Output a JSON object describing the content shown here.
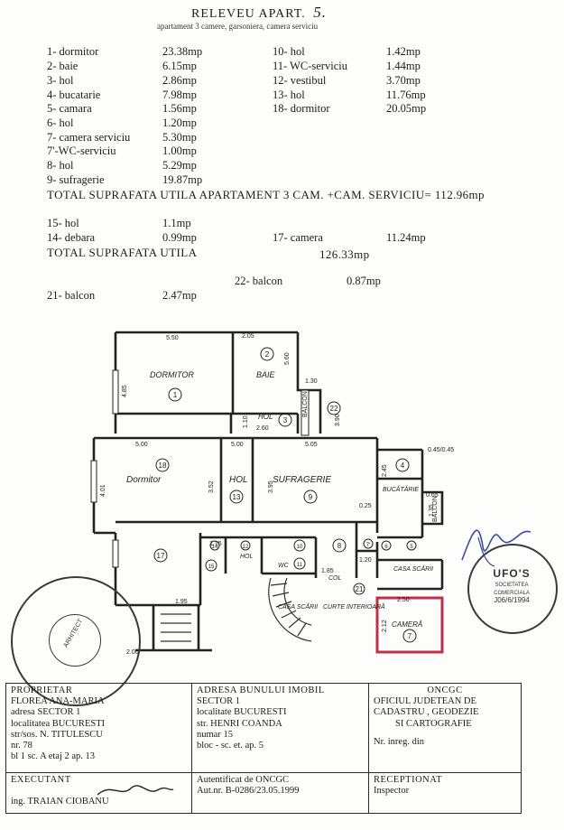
{
  "header": {
    "title": "RELEVEU APART.",
    "apt_no": "5.",
    "subtitle": "apartament 3 camere, garsoniera, camera serviciu"
  },
  "rooms_left": [
    {
      "name": "1- dormitor",
      "area": "23.38mp"
    },
    {
      "name": "2- baie",
      "area": "6.15mp"
    },
    {
      "name": "3- hol",
      "area": "2.86mp"
    },
    {
      "name": "4- bucatarie",
      "area": "7.98mp"
    },
    {
      "name": "5- camara",
      "area": "1.56mp"
    },
    {
      "name": "6- hol",
      "area": "1.20mp"
    },
    {
      "name": "7- camera serviciu",
      "area": "5.30mp"
    },
    {
      "name": "7'-WC-serviciu",
      "area": "1.00mp"
    },
    {
      "name": "8- hol",
      "area": "5.29mp"
    },
    {
      "name": "9- sufragerie",
      "area": "19.87mp"
    }
  ],
  "rooms_right": [
    {
      "name": "10- hol",
      "area": "1.42mp"
    },
    {
      "name": "11- WC-serviciu",
      "area": "1.44mp"
    },
    {
      "name": "12- vestibul",
      "area": "3.70mp"
    },
    {
      "name": "13- hol",
      "area": "11.76mp"
    },
    {
      "name": "18- dormitor",
      "area": "20.05mp"
    }
  ],
  "total_1": "TOTAL SUPRAFATA UTILA APARTAMENT 3 CAM. +CAM. SERVICIU= 112.96mp",
  "garsoniera": {
    "r15_name": "15- hol",
    "r15_area": "1.1mp",
    "r14_name": "14- debara",
    "r14_area": "0.99mp",
    "r17_name": "17- camera",
    "r17_area": "11.24mp",
    "total_label": "TOTAL SUPRAFATA UTILA",
    "total_value": "126.33mp"
  },
  "balcony": {
    "r22_name": "22- balcon",
    "r22_area": "0.87mp",
    "r21_name": "21- balcon",
    "r21_area": "2.47mp"
  },
  "plan": {
    "labels": {
      "dormitor_top": "DORMITOR",
      "baie": "BAIE",
      "hol_small": "HOL",
      "balcon_vert": "BALCON",
      "dormitor_left": "Dormitor",
      "hol_mid": "HOL",
      "sufragerie": "SUFRAGERIE",
      "bucatarie": "BUCĂTĂRIE",
      "balcon_right": "BALCON",
      "casa_scarii": "CASA SCĂRII",
      "casa_scarii_2": "CASA SCĂRII",
      "curte": "CURTE INTERIOARĂ",
      "camera": "CAMERĂ",
      "hol_lower": "HOL",
      "wc": "WC",
      "col": "COL"
    },
    "dims": {
      "d550": "5.50",
      "d205": "2.05",
      "d560": "5.60",
      "d130": "1.30",
      "d485": "4.85",
      "d110": "1.10",
      "d260": "2.60",
      "d390": "3.90",
      "d500a": "5.00",
      "d500b": "5.00",
      "d505": "5.05",
      "d401": "4.01",
      "d352": "3.52",
      "d395": "3.95",
      "d245": "2.45",
      "d065": "0.65",
      "d115": "1.15",
      "d195": "1.95",
      "d200": "2.00",
      "d250": "2.50",
      "d212": "2.12",
      "d185": "1.85",
      "d120": "1.20",
      "d025": "0.25",
      "d645": "0.45/0.45",
      "d135": "1.35"
    },
    "circles": {
      "c1": "1",
      "c2": "2",
      "c3": "3",
      "c4": "4",
      "c5": "5",
      "c6": "6",
      "c7": "7",
      "c7b": "7'",
      "c8": "8",
      "c9": "9",
      "c10": "10",
      "c11": "11",
      "c12": "12",
      "c13": "13",
      "c14": "14",
      "c15": "15",
      "c17": "17",
      "c18": "18",
      "c21": "21",
      "c22": "22"
    }
  },
  "stamps": {
    "left_text": "ARHITECT",
    "right_top": "UFO'S",
    "right_mid": "SOCIETATEA COMERCIALA",
    "right_bot": "J06/6/1994"
  },
  "footer": {
    "owner": {
      "label": "PROPRIETAR",
      "name": "FLOREA ANA-MARIA",
      "addr1": "adresa SECTOR 1",
      "addr2": "localitatea BUCURESTI",
      "addr3": "str/sos. N. TITULESCU",
      "addr4": "nr.       78",
      "addr5": "bl 1   sc.  A  etaj  2   ap. 13"
    },
    "address": {
      "label": "ADRESA BUNULUI IMOBIL",
      "l1": "SECTOR 1",
      "l2": "localitate BUCURESTI",
      "l3": "str. HENRI COANDA",
      "l4": "numar   15",
      "l5": "bloc - sc.   et.        ap. 5"
    },
    "oncgc": {
      "label": "ONCGC",
      "l1": "OFICIUL JUDETEAN DE",
      "l2": "CADASTRU , GEODEZIE",
      "l3": "SI CARTOGRAFIE",
      "l4": "Nr. inreg.                    din"
    },
    "exec": {
      "label": "EXECUTANT",
      "name": "ing. TRAIAN CIOBANU"
    },
    "auth": {
      "l1": "Autentificat de ONCGC",
      "l2": "Aut.nr. B-0286/23.05.1999"
    },
    "recv": {
      "label": "RECEPTIONAT",
      "l1": "Inspector"
    }
  }
}
